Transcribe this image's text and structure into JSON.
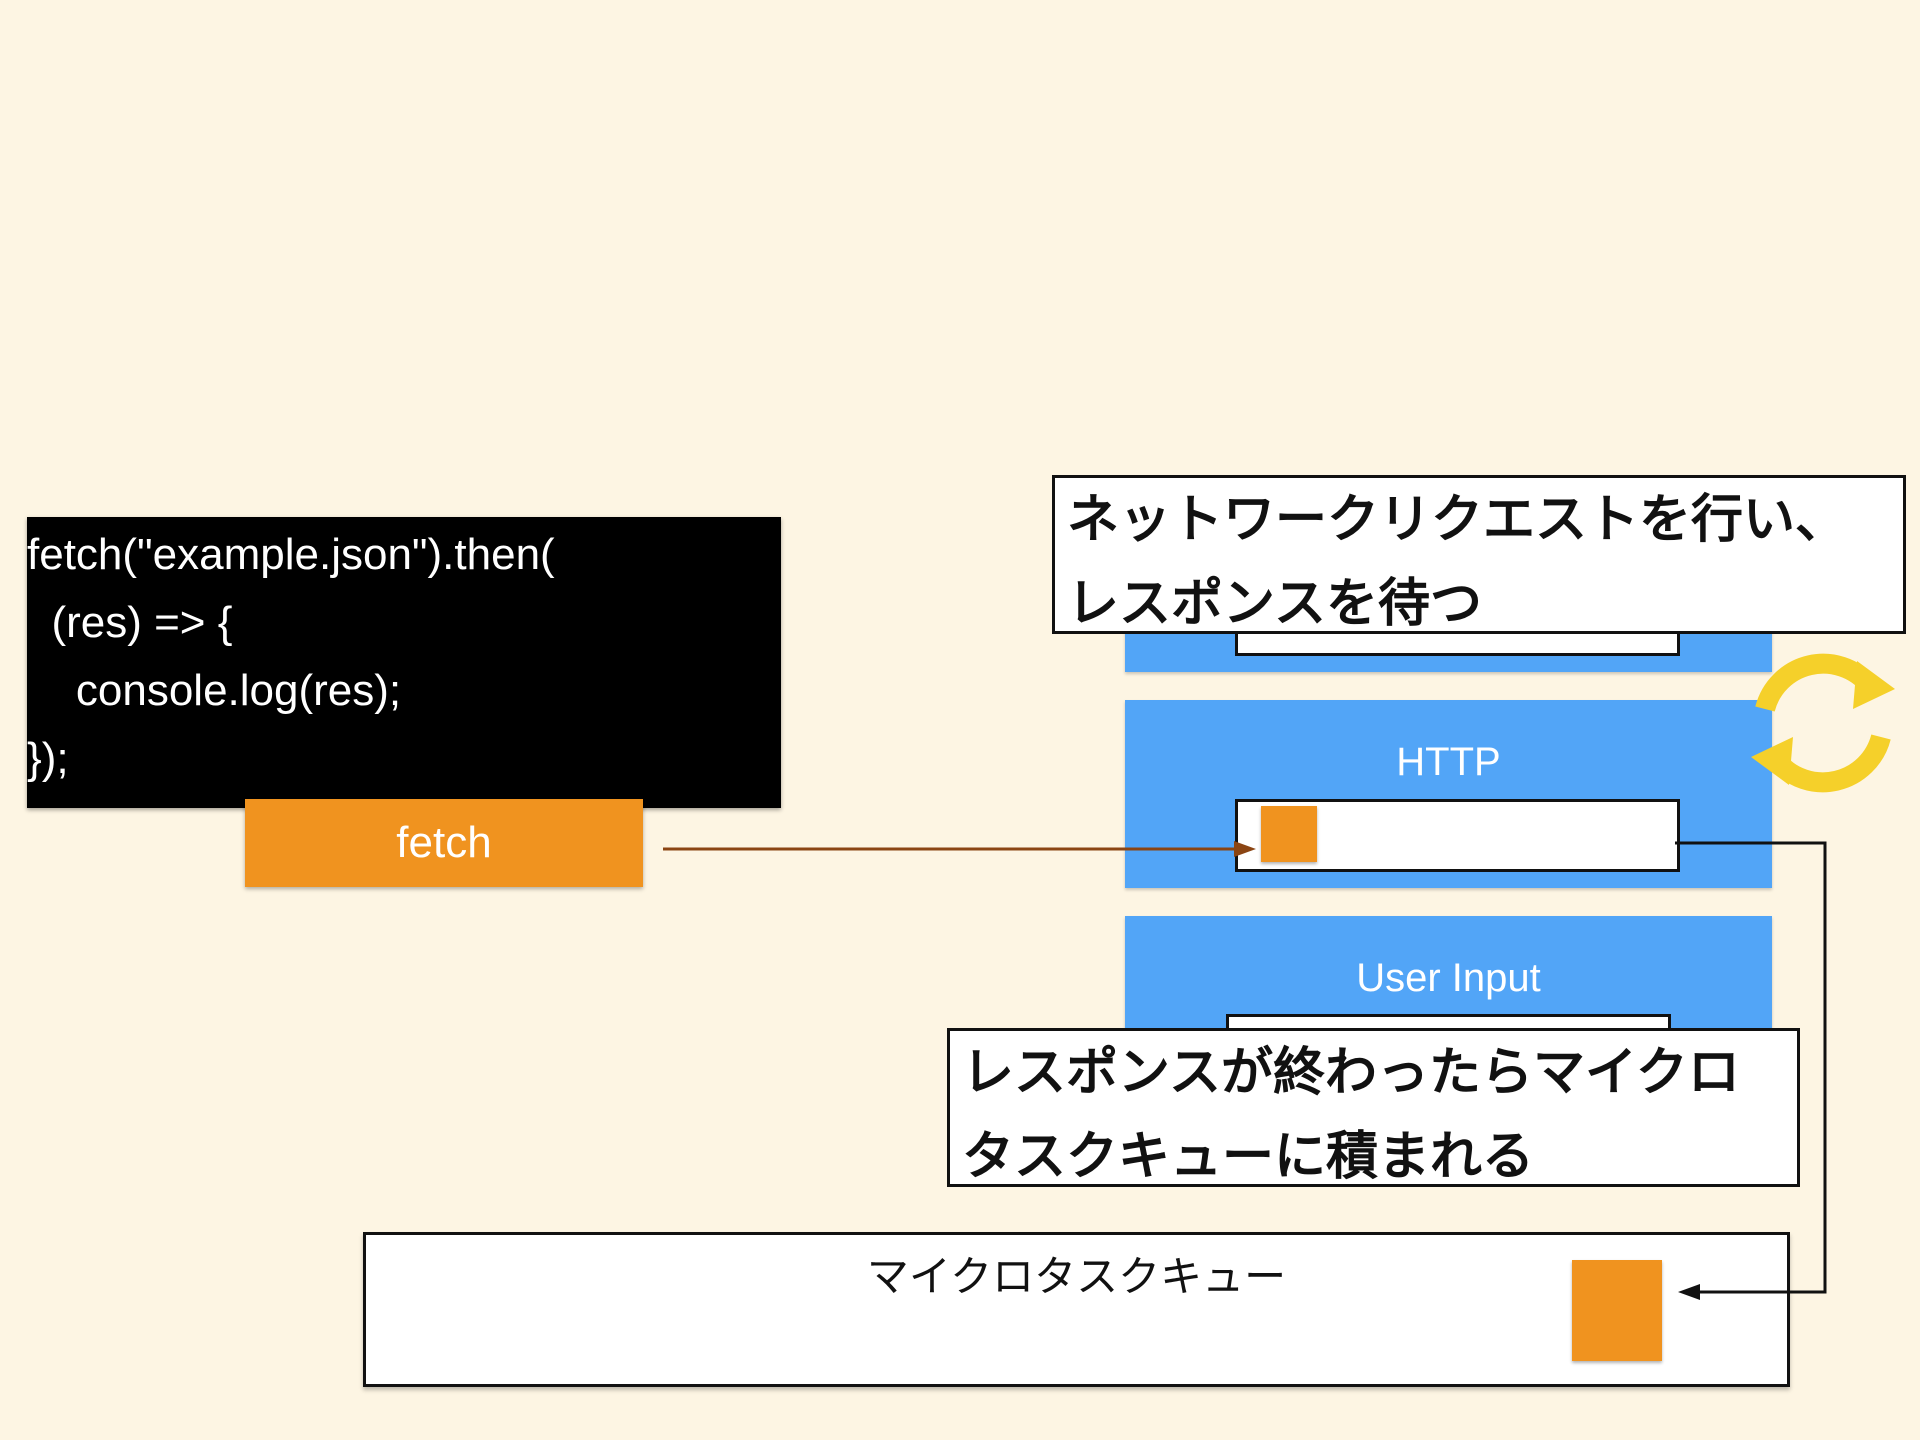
{
  "code": {
    "lines": [
      "fetch(\"example.json\").then(",
      "  (res) => {",
      "    console.log(res);",
      "});"
    ]
  },
  "fetch_box": {
    "label": "fetch"
  },
  "panels": {
    "http_label": "HTTP",
    "user_input_label": "User Input"
  },
  "callouts": {
    "network": {
      "line1": "ネットワークリクエストを行い、",
      "line2": "レスポンスを待つ"
    },
    "microtask": {
      "line1": "レスポンスが終わったらマイクロ",
      "line2": "タスクキューに積まれる"
    }
  },
  "queue": {
    "label": "マイクロタスクキュー"
  },
  "icons": {
    "loop": "refresh-cycle-icon"
  },
  "colors": {
    "background": "#fdf5e3",
    "code_bg": "#000000",
    "orange": "#f0931f",
    "blue": "#52a5f7",
    "arrow_brown": "#8b4513",
    "loop_yellow": "#f5d02a"
  }
}
